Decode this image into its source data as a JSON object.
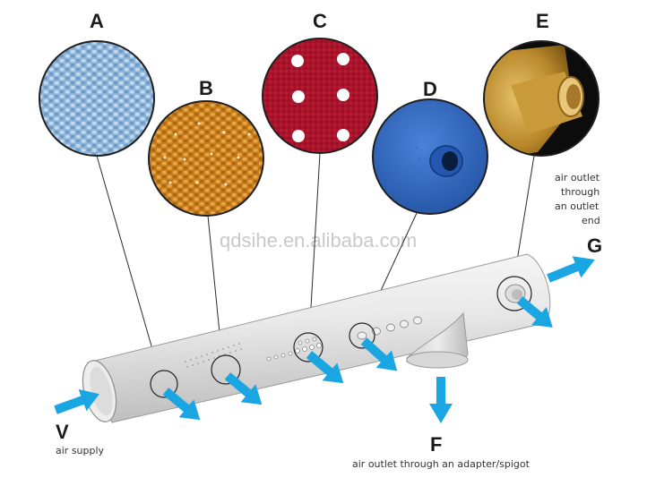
{
  "labels": {
    "a": "A",
    "b": "B",
    "c": "C",
    "d": "D",
    "e": "E",
    "f": "F",
    "g": "G",
    "v": "V"
  },
  "captions": {
    "air_supply": "air supply",
    "adapter_outlet": "air outlet through an adapter/spigot",
    "end_outlet_lines": [
      "air outlet",
      "through",
      "an outlet",
      "end"
    ]
  },
  "watermark": "qdsihe.en.alibaba.com",
  "colors": {
    "arrow": "#19a6e3",
    "duct": "#e6e6e6",
    "fabric_a": "#8fb4d9",
    "fabric_b": "#d28a25",
    "fabric_c": "#a8142b",
    "fabric_d": "#2f66c2",
    "fabric_e": "#c8952a"
  },
  "icons": [
    "flow-arrow-icon"
  ]
}
